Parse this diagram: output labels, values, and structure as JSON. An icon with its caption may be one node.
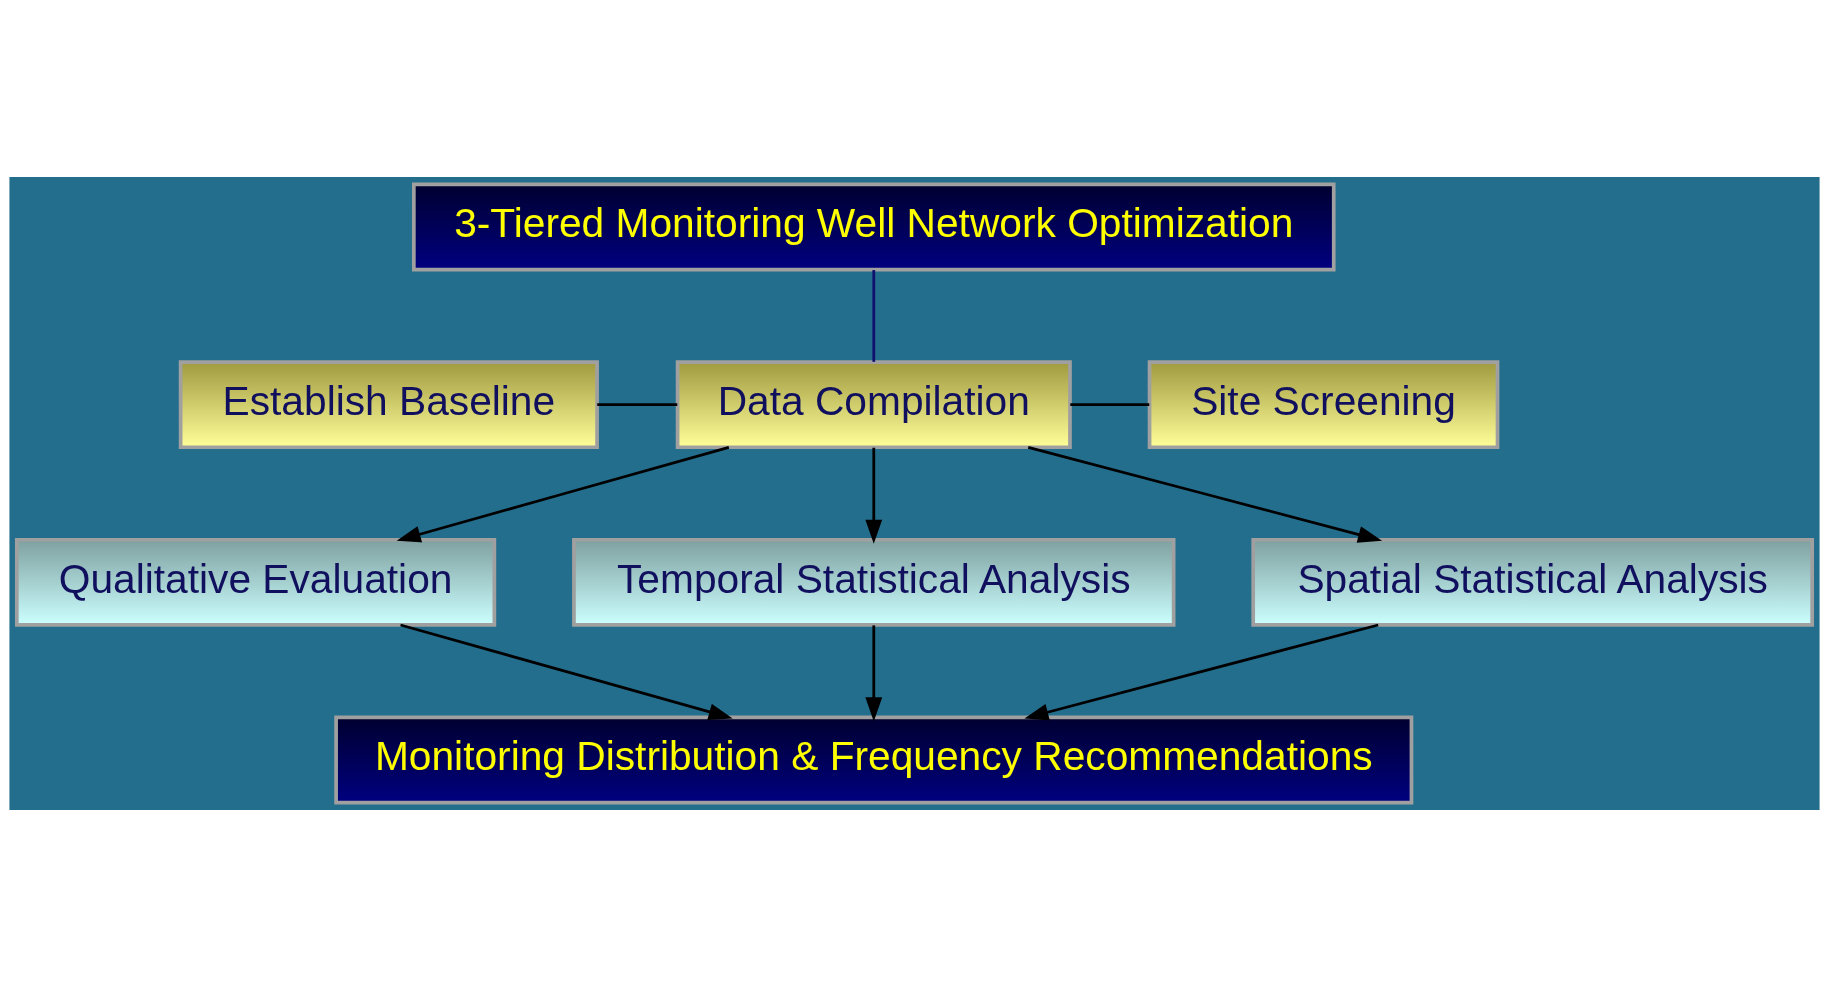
{
  "diagram": {
    "nodes": [
      {
        "text": [
          "3-Tiered Monitoring Well Network Optimization"
        ]
      },
      {
        "text": [
          "Establish Baseline"
        ]
      },
      {
        "text": [
          "Data Compilation"
        ]
      },
      {
        "text": [
          "Site Screening"
        ]
      },
      {
        "text": [
          "Qualitative Evaluation"
        ]
      },
      {
        "text": [
          "Temporal Statistical Analysis"
        ]
      },
      {
        "text": [
          "Spatial Statistical Analysis"
        ]
      },
      {
        "text": [
          "Monitoring Distribution & Frequency Recommendations"
        ]
      }
    ],
    "edges": [
      {
        "from": 0,
        "to": 2,
        "arrow": "none",
        "color": "#10106e"
      },
      {
        "from": 1,
        "to": 2,
        "arrow": "none"
      },
      {
        "from": 2,
        "to": 3,
        "arrow": "none"
      },
      {
        "from": 2,
        "to": 4,
        "arrow": "to"
      },
      {
        "from": 2,
        "to": 5,
        "arrow": "to"
      },
      {
        "from": 2,
        "to": 6,
        "arrow": "to"
      },
      {
        "from": 4,
        "to": 7,
        "arrow": "to"
      },
      {
        "from": 5,
        "to": 7,
        "arrow": "to"
      },
      {
        "from": 6,
        "to": 7,
        "arrow": "to"
      }
    ]
  }
}
